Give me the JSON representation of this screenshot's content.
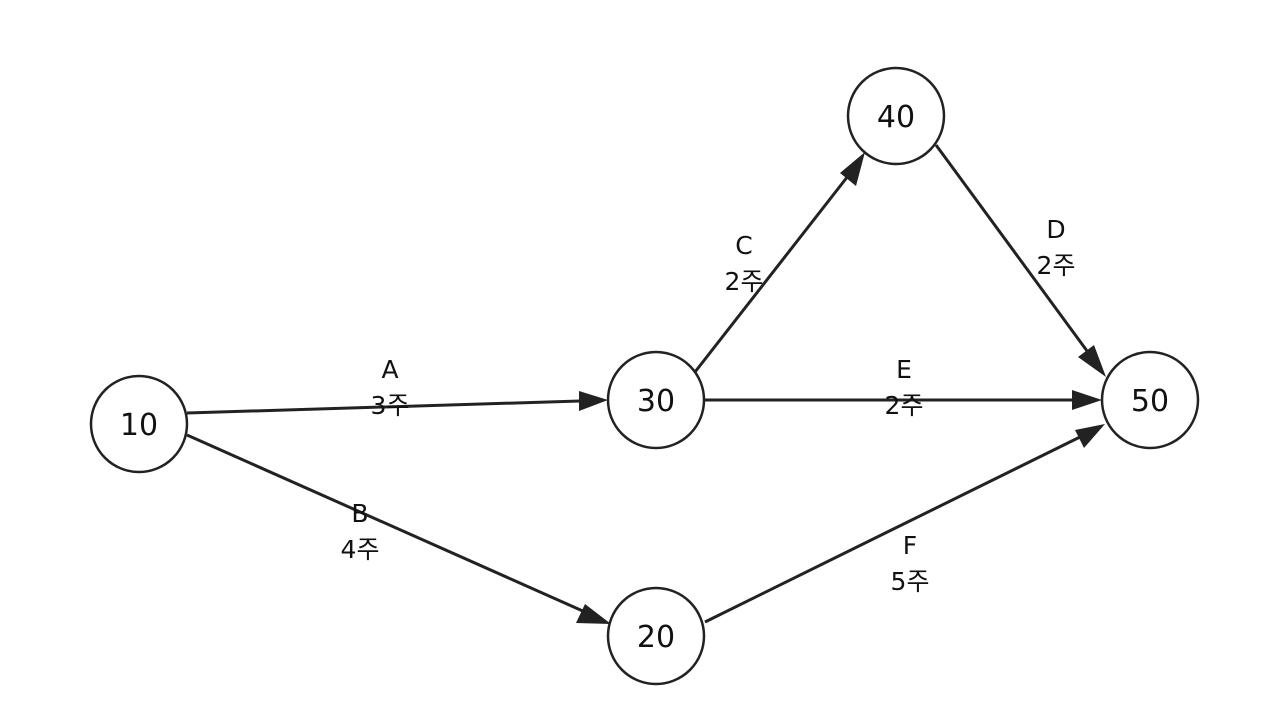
{
  "nodes": [
    {
      "id": "10",
      "label": "10"
    },
    {
      "id": "20",
      "label": "20"
    },
    {
      "id": "30",
      "label": "30"
    },
    {
      "id": "40",
      "label": "40"
    },
    {
      "id": "50",
      "label": "50"
    }
  ],
  "edges": [
    {
      "from": "10",
      "to": "30",
      "activity": "A",
      "duration": "3주"
    },
    {
      "from": "10",
      "to": "20",
      "activity": "B",
      "duration": "4주"
    },
    {
      "from": "30",
      "to": "40",
      "activity": "C",
      "duration": "2주"
    },
    {
      "from": "40",
      "to": "50",
      "activity": "D",
      "duration": "2주"
    },
    {
      "from": "30",
      "to": "50",
      "activity": "E",
      "duration": "2주"
    },
    {
      "from": "20",
      "to": "50",
      "activity": "F",
      "duration": "5주"
    }
  ],
  "colors": {
    "stroke": "#222222",
    "text": "#111111",
    "background": "#ffffff"
  }
}
